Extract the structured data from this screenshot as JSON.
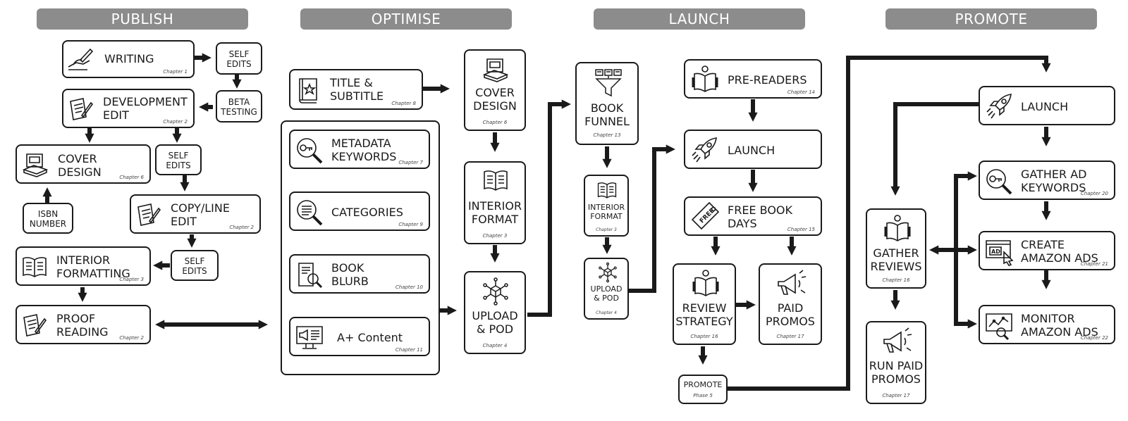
{
  "colors": {
    "phase_bg": "#8c8c8c",
    "ink": "#1a1a1a",
    "background": "#ffffff"
  },
  "phases": [
    "PUBLISH",
    "OPTIMISE",
    "LAUNCH",
    "PROMOTE"
  ],
  "publish": {
    "writing": {
      "label": "WRITING",
      "chapter": "Chapter 1",
      "icon": "hand-writing-icon"
    },
    "development_edit": {
      "label": "DEVELOPMENT\nEDIT",
      "chapter": "Chapter 2",
      "icon": "notepad-pencil-icon"
    },
    "cover_design": {
      "label": "COVER\nDESIGN",
      "chapter": "Chapter 6",
      "icon": "book-stack-icon"
    },
    "copy_line_edit": {
      "label": "COPY/LINE\nEDIT",
      "chapter": "Chapter 2",
      "icon": "notepad-pencil-icon"
    },
    "interior_formatting": {
      "label": "INTERIOR\nFORMATTING",
      "chapter": "Chapter 3",
      "icon": "open-book-icon"
    },
    "proof_reading": {
      "label": "PROOF\nREADING",
      "chapter": "Chapter 2",
      "icon": "notepad-pencil-icon"
    },
    "self_edits_1": "SELF\nEDITS",
    "beta_testing": "BETA\nTESTING",
    "self_edits_2": "SELF\nEDITS",
    "isbn_number": "ISBN\nNUMBER",
    "self_edits_3": "SELF\nEDITS"
  },
  "optimise": {
    "title_subtitle": {
      "label": "TITLE &\nSUBTITLE",
      "chapter": "Chapter 8",
      "icon": "star-book-icon"
    },
    "metadata_keywords": {
      "label": "METADATA\nKEYWORDS",
      "chapter": "Chapter 7",
      "icon": "key-magnifier-icon"
    },
    "categories": {
      "label": "CATEGORIES",
      "chapter": "Chapter 9",
      "icon": "list-magnifier-icon"
    },
    "book_blurb": {
      "label": "BOOK\nBLURB",
      "chapter": "Chapter 10",
      "icon": "document-search-icon"
    },
    "a_plus_content": {
      "label": "A+ Content",
      "chapter": "Chapter 11",
      "icon": "monitor-megaphone-icon"
    },
    "cover_design": {
      "label": "COVER\nDESIGN",
      "chapter": "Chapter 6",
      "icon": "book-stack-icon"
    },
    "interior_format": {
      "label": "INTERIOR\nFORMAT",
      "chapter": "Chapter 3",
      "icon": "open-book-icon"
    },
    "upload_pod": {
      "label": "UPLOAD\n& POD",
      "chapter": "Chapter 4",
      "icon": "network-cube-icon"
    }
  },
  "launch": {
    "book_funnel": {
      "label": "BOOK\nFUNNEL",
      "chapter": "Chapter 13",
      "icon": "funnel-icon"
    },
    "interior_format": {
      "label": "INTERIOR\nFORMAT",
      "chapter": "Chapter 3",
      "icon": "open-book-icon"
    },
    "upload_pod": {
      "label": "UPLOAD\n& POD",
      "chapter": "Chapter 4",
      "icon": "network-cube-icon"
    },
    "pre_readers": {
      "label": "PRE-READERS",
      "chapter": "Chapter 14",
      "icon": "reader-icon"
    },
    "launch": {
      "label": "LAUNCH",
      "icon": "rocket-icon"
    },
    "free_book_days": {
      "label": "FREE BOOK\nDAYS",
      "chapter": "Chapter 15",
      "icon": "free-tag-icon"
    },
    "review_strategy": {
      "label": "REVIEW\nSTRATEGY",
      "chapter": "Chapter 16",
      "icon": "reader-icon"
    },
    "paid_promos": {
      "label": "PAID\nPROMOS",
      "chapter": "Chapter 17",
      "icon": "megaphone-icon"
    },
    "promote": {
      "label": "PROMOTE",
      "chapter": "Phase 5"
    }
  },
  "promote": {
    "launch": {
      "label": "LAUNCH",
      "icon": "rocket-icon"
    },
    "gather_ad_keywords": {
      "label": "GATHER AD\nKEYWORDS",
      "chapter": "Chapter 20",
      "icon": "key-magnifier-icon"
    },
    "create_amazon_ads": {
      "label": "CREATE\nAMAZON ADS",
      "chapter": "Chapter 21",
      "icon": "ad-cursor-icon"
    },
    "monitor_amazon_ads": {
      "label": "MONITOR\nAMAZON ADS",
      "chapter": "Chapter 22",
      "icon": "chart-magnifier-icon"
    },
    "gather_reviews": {
      "label": "GATHER\nREVIEWS",
      "chapter": "Chapter 16",
      "icon": "reader-icon"
    },
    "run_paid_promos": {
      "label": "RUN PAID\nPROMOS",
      "chapter": "Chapter 17",
      "icon": "megaphone-icon"
    }
  }
}
